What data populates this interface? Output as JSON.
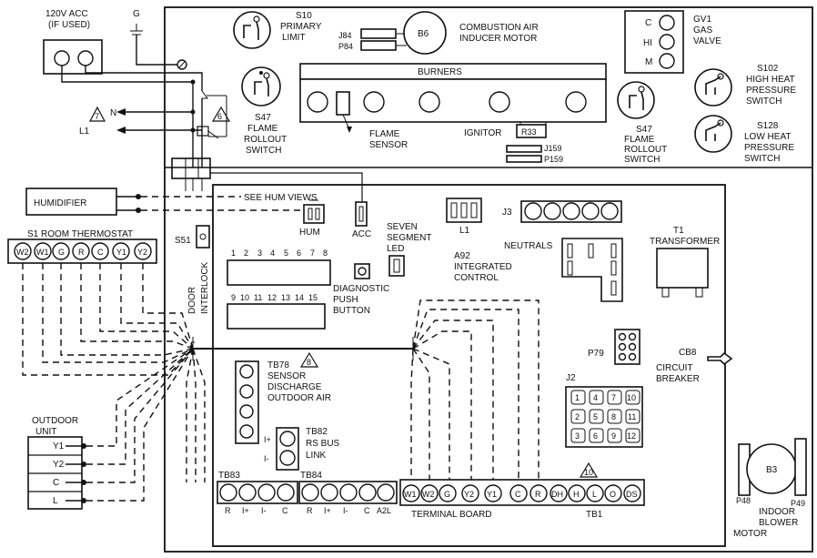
{
  "supply": {
    "label1": "120V ACC",
    "label2": "(IF USED)",
    "ground": "G",
    "n": "N",
    "l1": "L1"
  },
  "warnings": {
    "w7": "7",
    "w6": "6",
    "w8": "8",
    "w10": "10"
  },
  "limits": {
    "s10": [
      "S10",
      "PRIMARY",
      "LIMIT"
    ],
    "s47a": [
      "S47",
      "FLAME",
      "ROLLOUT",
      "SWITCH"
    ],
    "s47b": [
      "S47",
      "FLAME",
      "ROLLOUT",
      "SWITCH"
    ],
    "s102": [
      "S102",
      "HIGH HEAT",
      "PRESSURE",
      "SWITCH"
    ],
    "s128": [
      "S128",
      "LOW HEAT",
      "PRESSURE",
      "SWITCH"
    ]
  },
  "inducer": {
    "j84": "J84",
    "p84": "P84",
    "motor": "B6",
    "name1": "COMBUSTION AIR",
    "name2": "INDUCER MOTOR"
  },
  "gas_valve": {
    "pins": [
      "C",
      "HI",
      "M"
    ],
    "name": [
      "GV1",
      "GAS",
      "VALVE"
    ]
  },
  "burners": {
    "label": "BURNERS",
    "flame1": "FLAME",
    "flame2": "SENSOR",
    "ignitor": "IGNITOR",
    "r33": "R33",
    "j159": "J159",
    "p159": "P159"
  },
  "humidifier": {
    "label": "HUMIDIFIER",
    "see_hum": "SEE HUM VIEWS",
    "hum": "HUM",
    "acc": "ACC"
  },
  "thermostat": {
    "title": "S1 ROOM THERMOSTAT",
    "terminals": [
      "W2",
      "W1",
      "G",
      "R",
      "C",
      "Y1",
      "Y2"
    ]
  },
  "door": {
    "s51": "S51",
    "interlock1": "DOOR",
    "interlock2": "INTERLOCK"
  },
  "dip": {
    "row1": [
      "1",
      "2",
      "3",
      "4",
      "5",
      "6",
      "7",
      "8"
    ],
    "row2": [
      "9",
      "10",
      "11",
      "12",
      "13",
      "14",
      "15"
    ]
  },
  "diagnostic": [
    "DIAGNOSTIC",
    "PUSH",
    "BUTTON"
  ],
  "led": [
    "SEVEN",
    "SEGMENT",
    "LED"
  ],
  "control": {
    "l1": "L1",
    "j3": "J3",
    "neutrals": "NEUTRALS",
    "a92": "A92",
    "name1": "INTEGRATED",
    "name2": "CONTROL",
    "p79": "P79",
    "j2": "J2",
    "j2_pins": [
      "1",
      "4",
      "7",
      "10",
      "2",
      "5",
      "8",
      "11",
      "3",
      "6",
      "9",
      "12"
    ]
  },
  "transformer": {
    "t1": "T1",
    "name": "TRANSFORMER"
  },
  "breaker": {
    "cb8": "CB8",
    "name1": "CIRCUIT",
    "name2": "BREAKER"
  },
  "tb78": {
    "name": "TB78",
    "l1": "SENSOR",
    "l2": "DISCHARGE",
    "l3": "OUTDOOR AIR"
  },
  "tb82": {
    "name": "TB82",
    "l1": "RS BUS",
    "l2": "LINK",
    "plus": "I+",
    "minus": "I-"
  },
  "outdoor": {
    "title1": "OUTDOOR",
    "title2": "UNIT",
    "terminals": [
      "Y1",
      "Y2",
      "C",
      "L"
    ]
  },
  "tb83": {
    "name": "TB83",
    "terminals": [
      "R",
      "I+",
      "I-",
      "C"
    ]
  },
  "tb84": {
    "name": "TB84",
    "terminals": [
      "R",
      "I+",
      "I-",
      "C",
      "A2L"
    ]
  },
  "terminal_board": {
    "name": "TERMINAL BOARD",
    "tb1": "TB1",
    "terminals": [
      "W1",
      "W2",
      "G",
      "Y2",
      "Y1",
      "C",
      "R",
      "DH",
      "H",
      "L",
      "O",
      "DS"
    ]
  },
  "blower": {
    "b3": "B3",
    "p48": "P48",
    "p49": "P49",
    "name1": "INDOOR",
    "name2": "BLOWER",
    "name3": "MOTOR"
  }
}
